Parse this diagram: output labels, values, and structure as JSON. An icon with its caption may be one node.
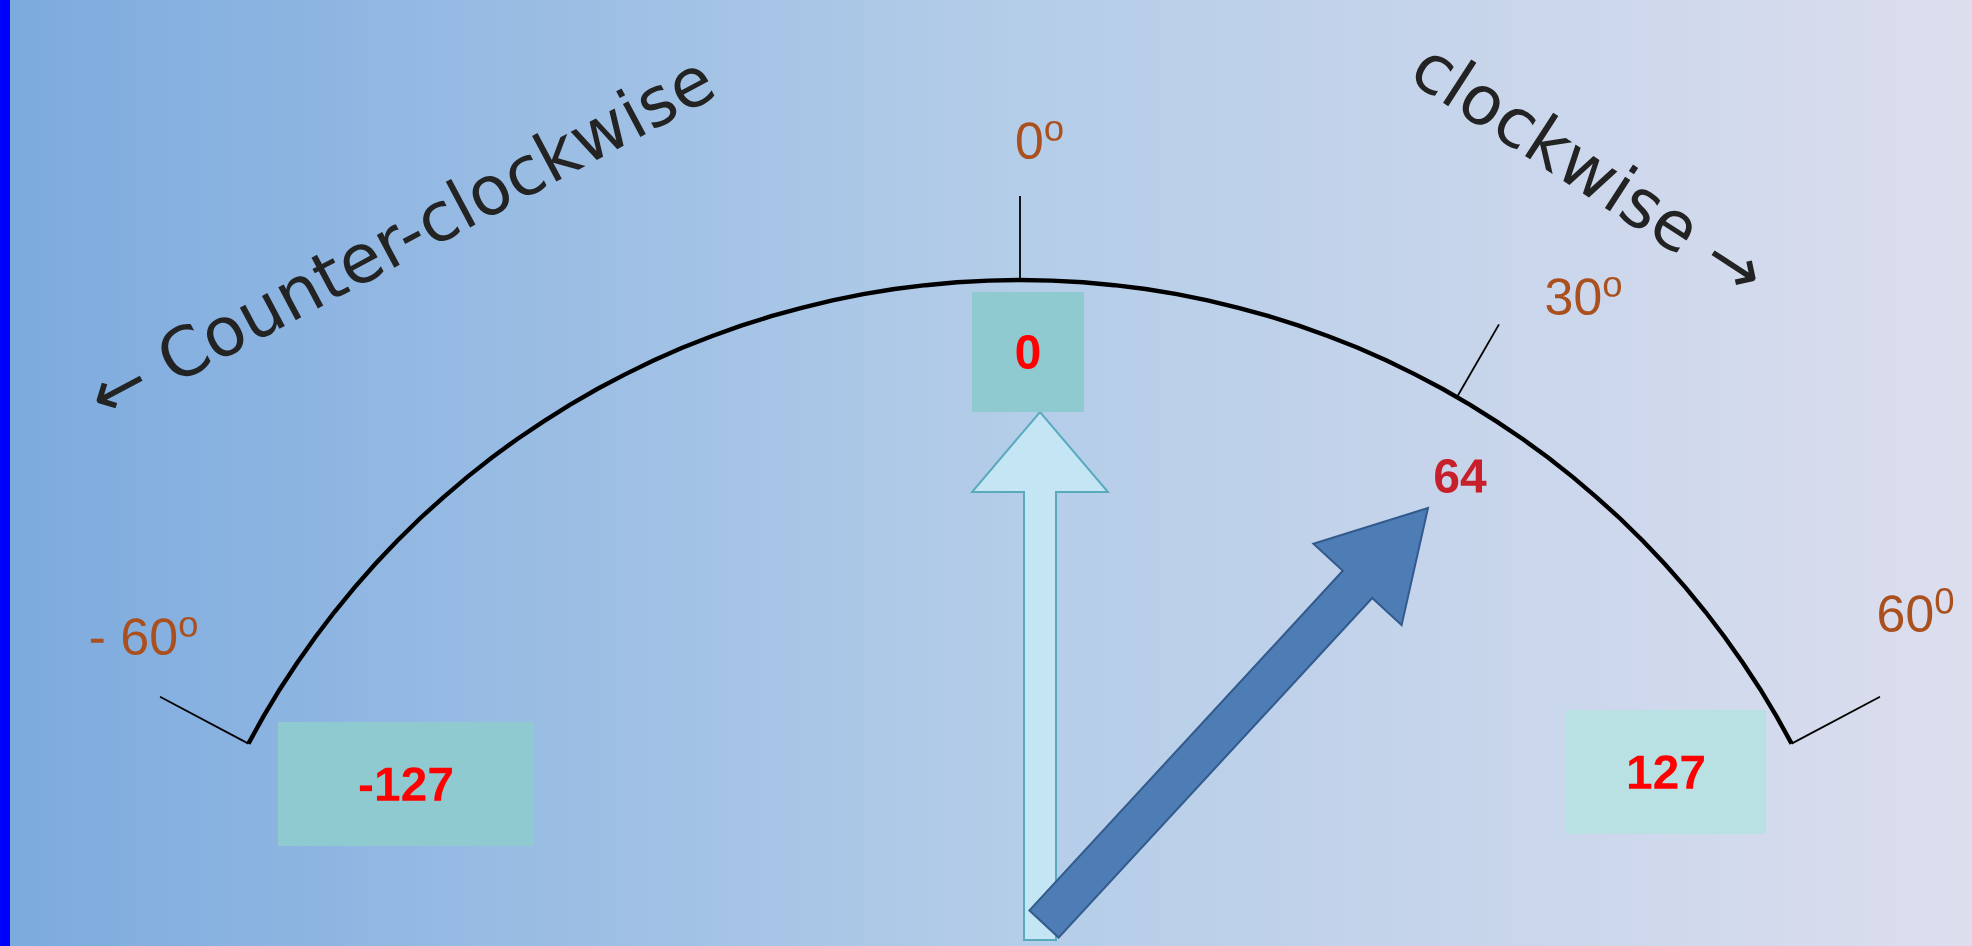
{
  "diagram": {
    "nodes": [
      {
        "text": [
          "-127"
        ]
      },
      {
        "text": [
          "0"
        ]
      },
      {
        "text": [
          "127"
        ]
      }
    ],
    "labels": [
      "← Counter-clockwise",
      "0$^{o}$",
      "clockwise →",
      "30$^{o}$",
      "64",
      "- 60$^{o}$",
      "60$^{0}$"
    ]
  }
}
